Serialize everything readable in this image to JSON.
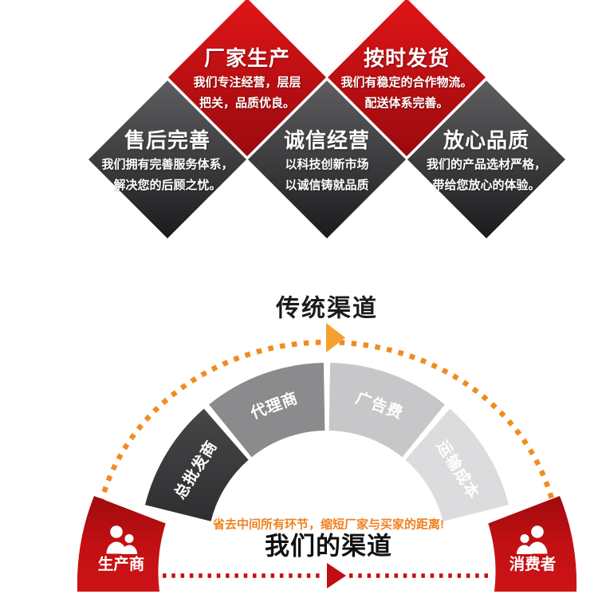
{
  "features": {
    "items": [
      {
        "title": "厂家生产",
        "desc1": "我们专注经营，层层",
        "desc2": "把关，品质优良。"
      },
      {
        "title": "按时发货",
        "desc1": "我们有稳定的合作物流。",
        "desc2": "配送体系完善。"
      },
      {
        "title": "售后完善",
        "desc1": "我们拥有完善服务体系，",
        "desc2": "解决您的后顾之忧。"
      },
      {
        "title": "诚信经营",
        "desc1": "以科技创新市场",
        "desc2": "以诚信铸就品质"
      },
      {
        "title": "放心品质",
        "desc1": "我们的产品选材严格，",
        "desc2": "带给您放心的体验。"
      }
    ]
  },
  "channels": {
    "traditional": {
      "title": "传统渠道",
      "middlemen": [
        "总批发商",
        "代理商",
        "广告费",
        "运输成本"
      ]
    },
    "ours": {
      "note": "省去中间所有环节，缩短厂家与买家的距离!",
      "title": "我们的渠道",
      "producer": "生产商",
      "consumer": "消费者"
    }
  },
  "colors": {
    "red_bright": "#e21517",
    "red_dark": "#9a0a0e",
    "gray_diamond_light": "#5e5e60",
    "gray_diamond_dark": "#1b1b1d",
    "segment_wholesaler": "#3a3a3c",
    "segment_agent": "#8b8b8d",
    "segment_ad": "#c7c7c9",
    "segment_shipping": "#dcdcde",
    "orange": "#f18b21",
    "orange_text": "#f08122",
    "red_dash": "#c90d12"
  }
}
